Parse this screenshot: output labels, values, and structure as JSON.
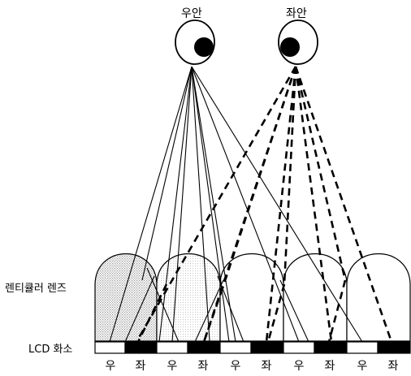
{
  "labels": {
    "right_eye": "우안",
    "left_eye": "좌안",
    "lens": "렌티큘러 렌즈",
    "lcd": "LCD 화소"
  },
  "pixels": [
    "우",
    "좌",
    "우",
    "좌",
    "우",
    "좌",
    "우",
    "좌",
    "우",
    "좌"
  ],
  "colors": {
    "ink": "#000000",
    "shade": "#cfcfcf",
    "background": "#ffffff"
  }
}
